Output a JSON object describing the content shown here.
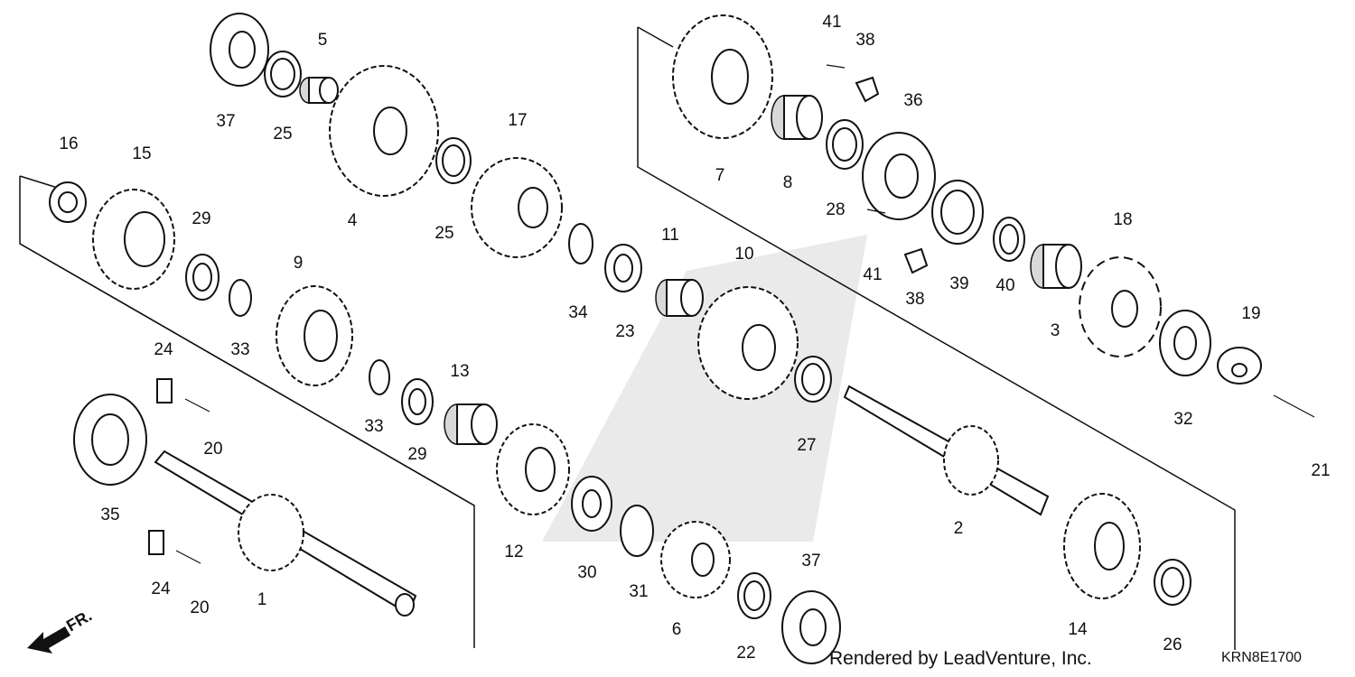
{
  "credit": "Rendered by LeadVenture, Inc.",
  "diagram_code": "KRN8E1700",
  "direction_label": "FR.",
  "callouts": [
    "37",
    "25",
    "5",
    "4",
    "25",
    "17",
    "16",
    "15",
    "29",
    "33",
    "9",
    "34",
    "23",
    "11",
    "24",
    "20",
    "33",
    "29",
    "13",
    "35",
    "24",
    "20",
    "1",
    "12",
    "30",
    "31",
    "6",
    "22",
    "37",
    "10",
    "27",
    "2",
    "14",
    "26",
    "7",
    "8",
    "41",
    "38",
    "28",
    "36",
    "39",
    "40",
    "3",
    "18",
    "41",
    "38",
    "19",
    "32",
    "21"
  ]
}
